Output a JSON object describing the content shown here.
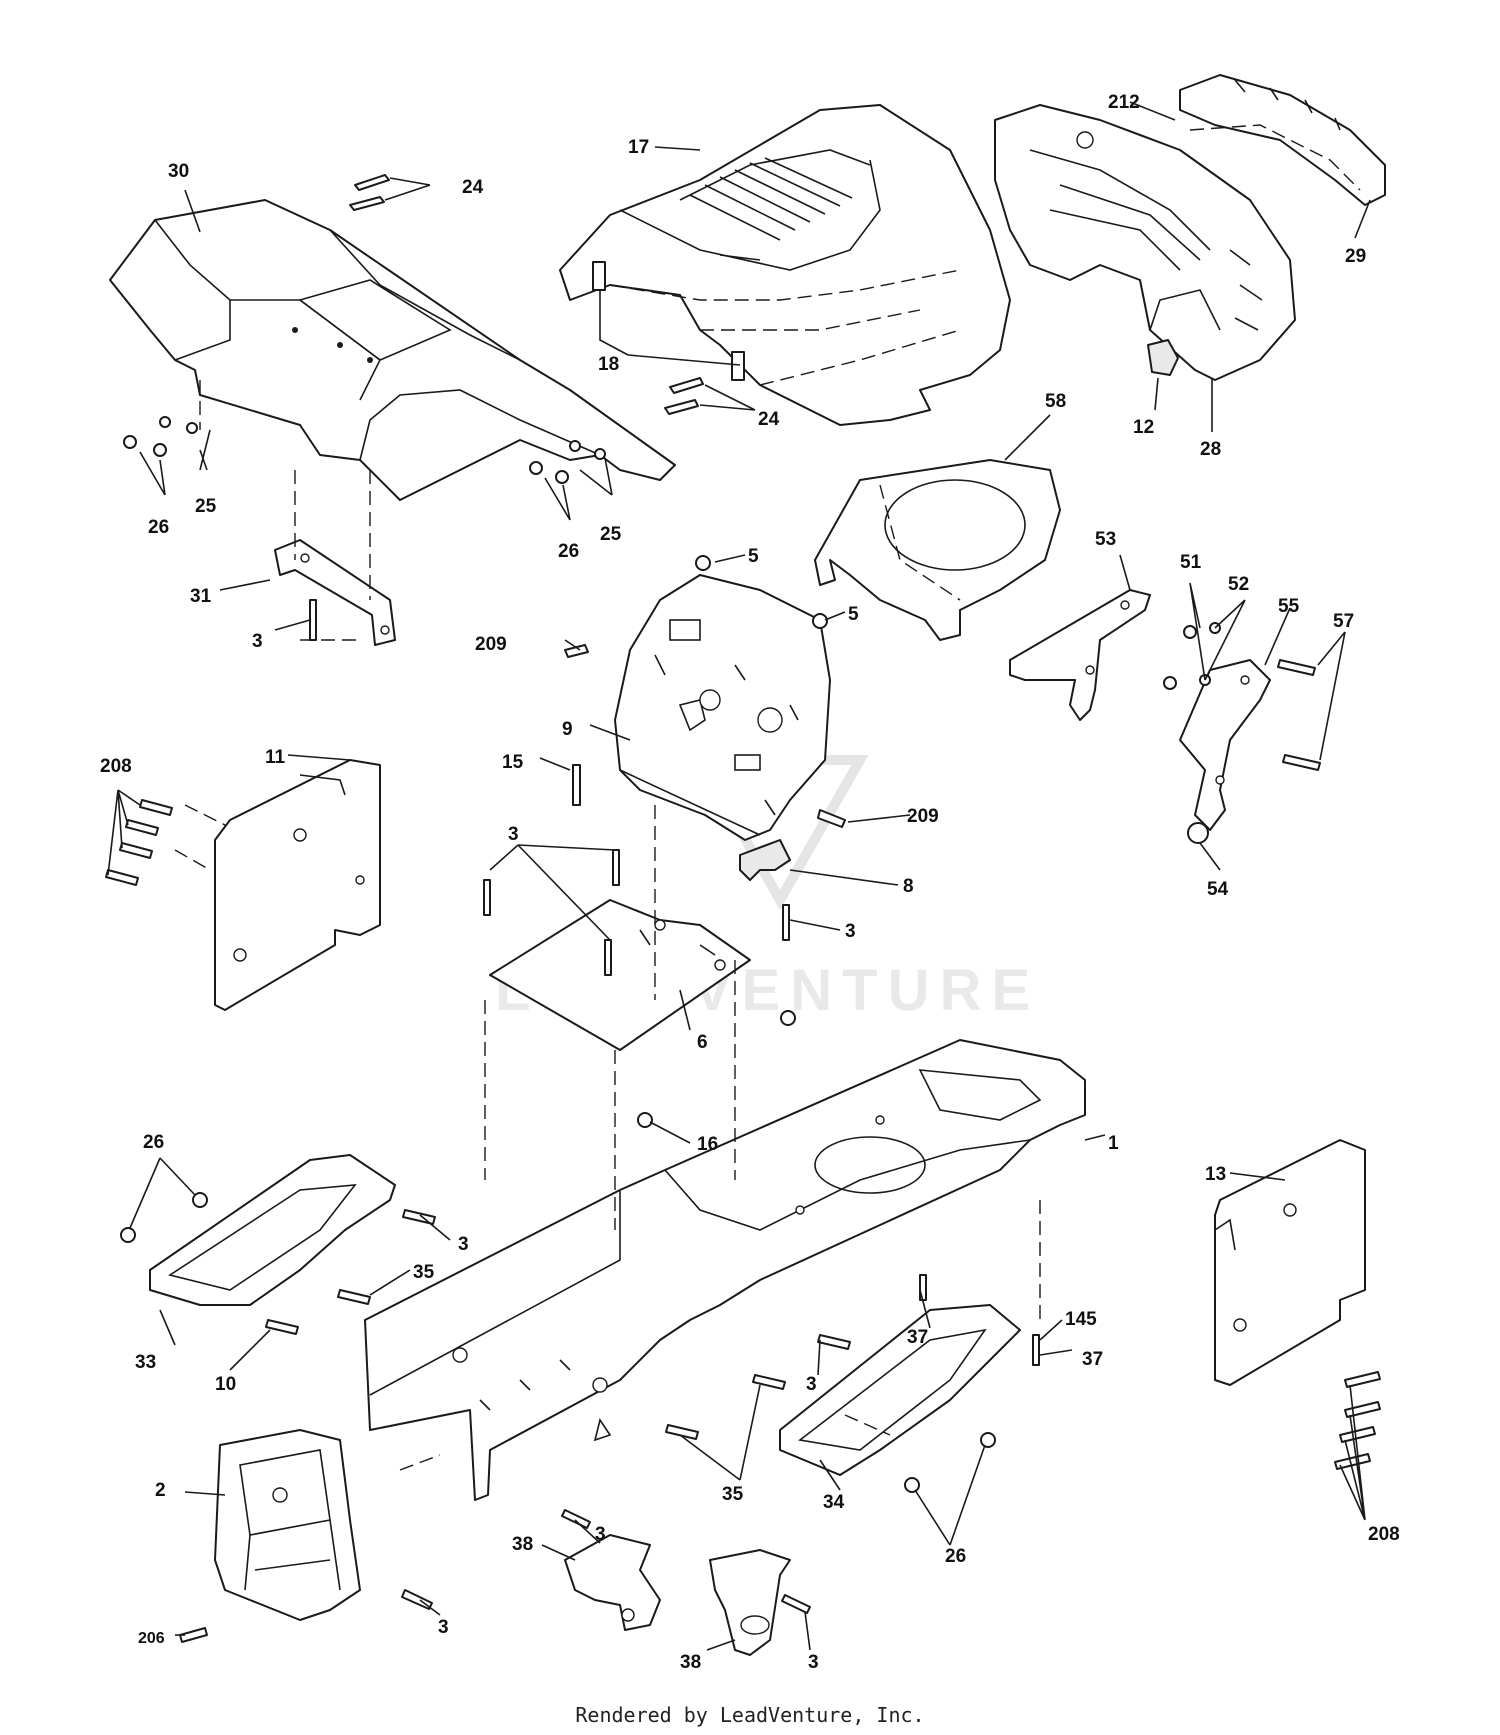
{
  "watermark": {
    "text": "LEADVENTURE"
  },
  "footer": {
    "credit": "Rendered by LeadVenture, Inc."
  },
  "labels": {
    "p1": "1",
    "p2": "2",
    "p3": "3",
    "p5": "5",
    "p6": "6",
    "p8": "8",
    "p9": "9",
    "p10": "10",
    "p11": "11",
    "p12": "12",
    "p13": "13",
    "p15": "15",
    "p16": "16",
    "p17": "17",
    "p18": "18",
    "p24": "24",
    "p25": "25",
    "p26": "26",
    "p28": "28",
    "p29": "29",
    "p30": "30",
    "p31": "31",
    "p33": "33",
    "p34": "34",
    "p35": "35",
    "p37": "37",
    "p38": "38",
    "p51": "51",
    "p52": "52",
    "p53": "53",
    "p54": "54",
    "p55": "55",
    "p57": "57",
    "p58": "58",
    "p145": "145",
    "p206": "206",
    "p208": "208",
    "p209": "209",
    "p212": "212"
  }
}
